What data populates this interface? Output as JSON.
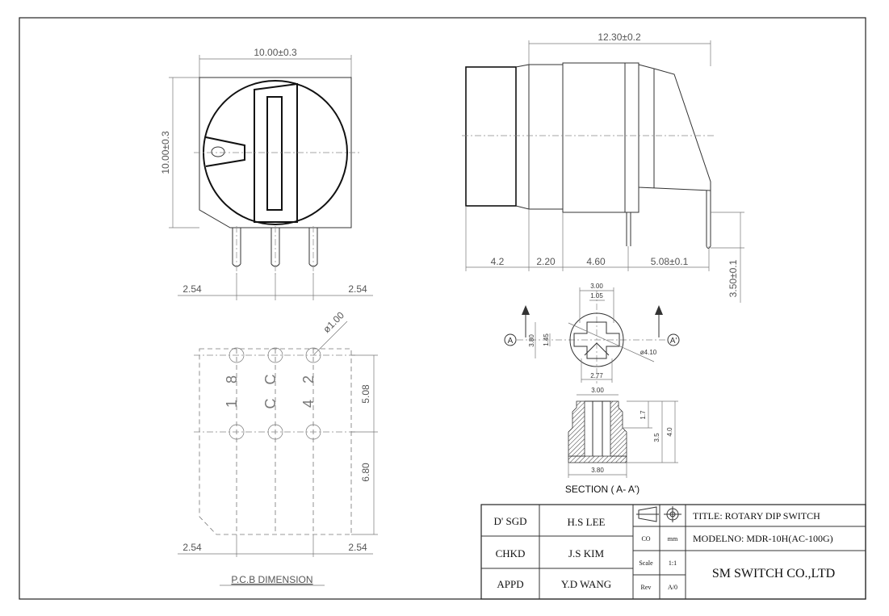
{
  "dimensions": {
    "front_width": "10.00±0.3",
    "front_height": "10.00±0.3",
    "pin_pitch_left": "2.54",
    "pin_pitch_right": "2.54",
    "side_length": "12.30±0.2",
    "seg1": "4.2",
    "seg2": "2.20",
    "seg3": "4.60",
    "seg4": "5.08±0.1",
    "pin_height": "3.50±0.1",
    "hole_dia": "ø1.00",
    "pcb_upper": "5.08",
    "pcb_lower": "6.80",
    "pcb_pitch_left": "2.54",
    "pcb_pitch_right": "2.54"
  },
  "pcb": {
    "title": "P.C.B DIMENSION",
    "pin_labels_top": [
      "8",
      "C",
      "2"
    ],
    "pin_labels_bottom": [
      "1",
      "C",
      "4"
    ]
  },
  "section": {
    "marker_left": "A",
    "marker_right": "A'",
    "top_width": "3.00",
    "slot_width": "1.05",
    "height_left": "3.80",
    "height_inner": "1.45",
    "diameter": "ø4.10",
    "bottom_width": "2.77",
    "sec_top": "3.00",
    "sec_h1": "1.7",
    "sec_h2": "3.5",
    "sec_h3": "4.0",
    "sec_bottom": "3.80",
    "title": "SECTION ( A- A')"
  },
  "title_block": {
    "dsgd_label": "D' SGD",
    "dsgd_name": "H.S LEE",
    "chkd_label": "CHKD",
    "chkd_name": "J.S KIM",
    "appd_label": "APPD",
    "appd_name": "Y.D WANG",
    "co_label": "CO",
    "unit": "mm",
    "scale_label": "Scale",
    "scale_value": "1:1",
    "rev_label": "Rev",
    "rev_value": "A/0",
    "title": "TITLE:  ROTARY DIP SWITCH",
    "model": "MODELNO:  MDR-10H(AC-100G)",
    "company": "SM SWITCH CO.,LTD"
  }
}
